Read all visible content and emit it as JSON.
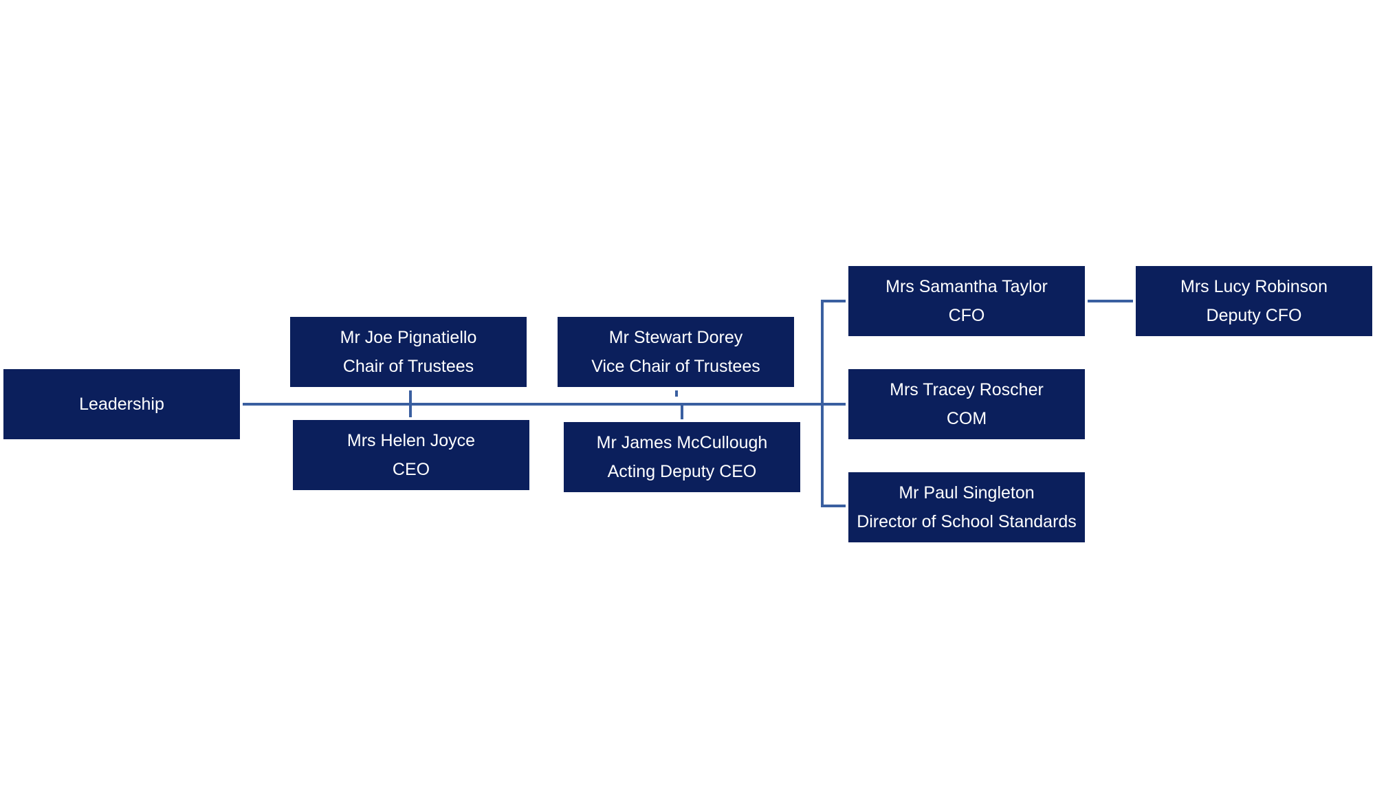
{
  "org_chart": {
    "root": {
      "label": "Leadership"
    },
    "chair": {
      "name": "Mr Joe Pignatiello",
      "role": "Chair of Trustees"
    },
    "ceo": {
      "name": "Mrs Helen Joyce",
      "role": "CEO"
    },
    "vice_chair": {
      "name": "Mr Stewart Dorey",
      "role": "Vice Chair of Trustees"
    },
    "deputy_ceo": {
      "name": "Mr James McCullough",
      "role": "Acting Deputy CEO"
    },
    "cfo": {
      "name": "Mrs Samantha Taylor",
      "role": "CFO"
    },
    "com": {
      "name": "Mrs Tracey Roscher",
      "role": "COM"
    },
    "director": {
      "name": "Mr Paul Singleton",
      "role": "Director of School Standards"
    },
    "deputy_cfo": {
      "name": "Mrs Lucy Robinson",
      "role": "Deputy CFO"
    }
  },
  "colors": {
    "box_fill": "#0b1f5c",
    "box_text": "#ffffff",
    "connector": "#3a5fa0",
    "background": "#ffffff"
  }
}
